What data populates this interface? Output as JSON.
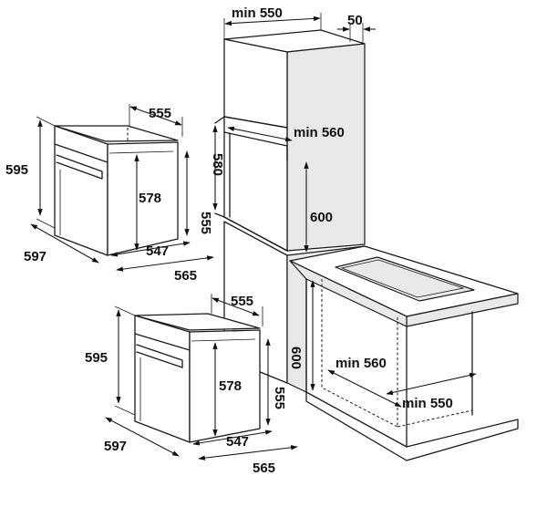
{
  "labels": {
    "top_oven_height": "595",
    "top_oven_width": "597",
    "top_oven_depth_top": "555",
    "top_oven_inner_height": "578",
    "top_oven_side_height": "555",
    "top_oven_inner_depth": "547",
    "top_oven_total_depth": "565",
    "bot_oven_height": "595",
    "bot_oven_width": "597",
    "bot_oven_depth_top": "555",
    "bot_oven_inner_height": "578",
    "bot_oven_side_height": "555",
    "bot_oven_inner_depth": "547",
    "bot_oven_total_depth": "565",
    "col_min_width": "min 550",
    "col_vent_gap": "50",
    "col_niche_width": "min 560",
    "col_niche_height": "580",
    "col_niche_depth": "600",
    "counter_height": "600",
    "counter_niche_width": "min 560",
    "counter_niche_depth": "min 550"
  }
}
